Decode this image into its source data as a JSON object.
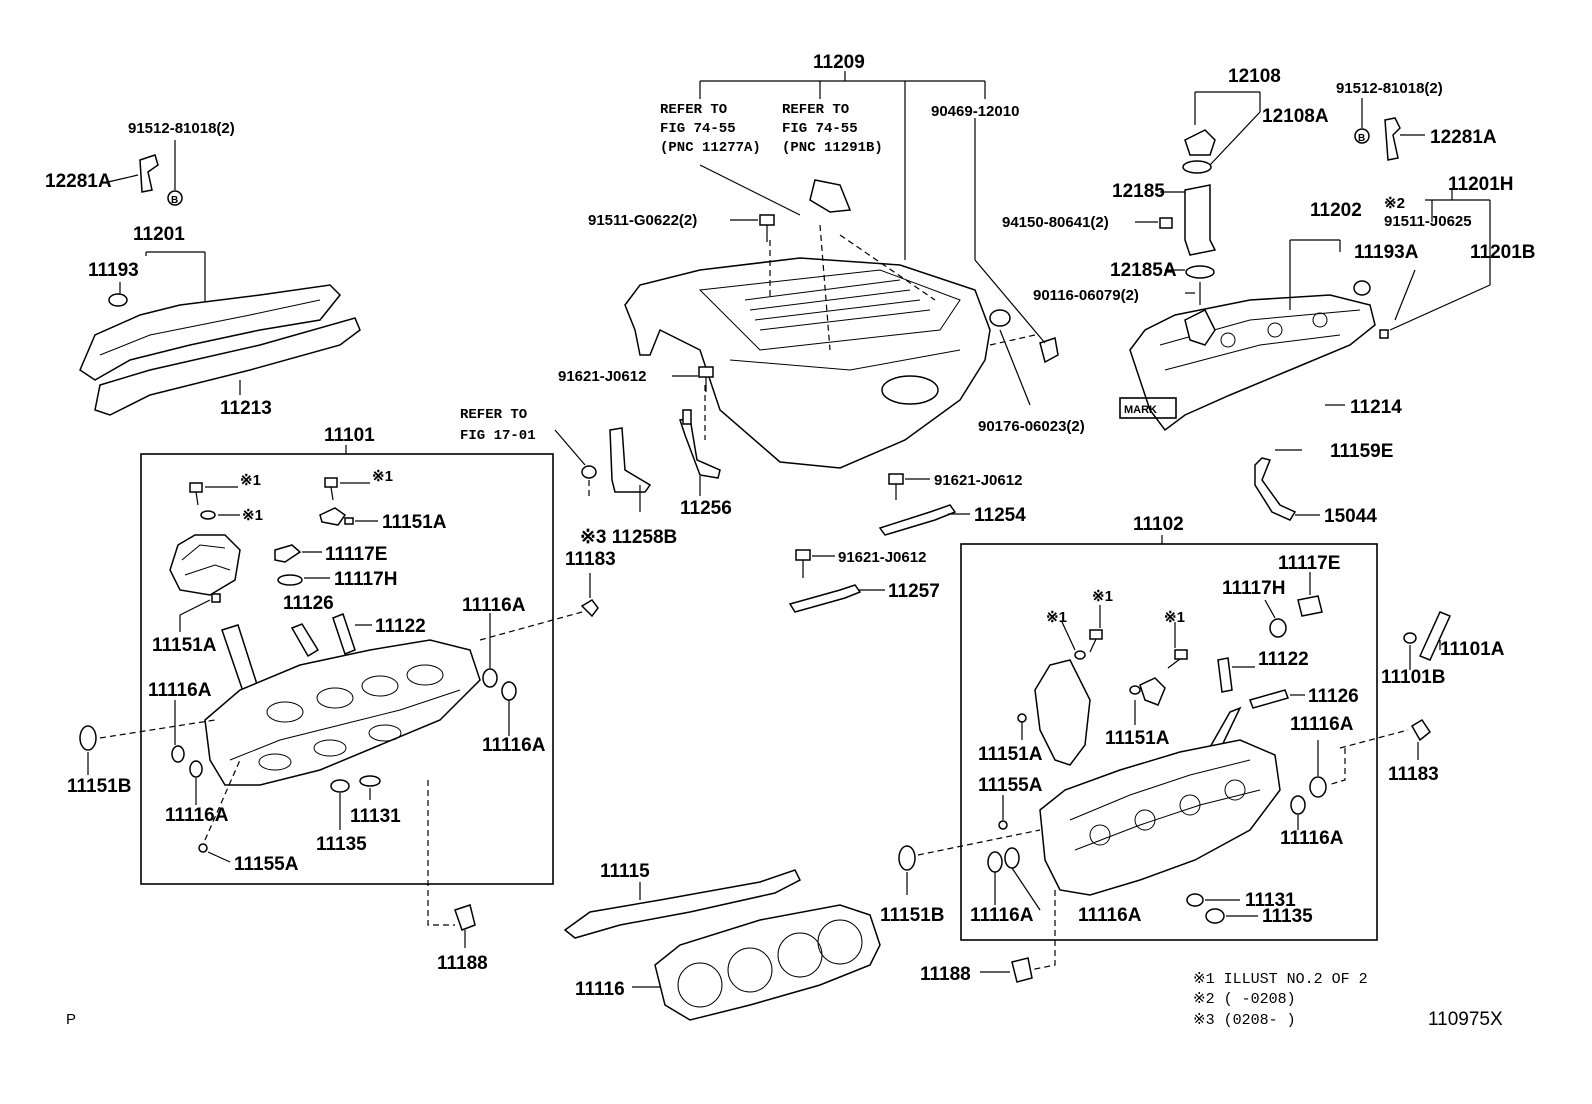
{
  "labels": {
    "p11209": "11209",
    "refer_to_1": "REFER TO",
    "fig_74_55_a": "FIG 74-55",
    "pnc_11277a": "(PNC 11277A)",
    "refer_to_2": "REFER TO",
    "fig_74_55_b": "FIG 74-55",
    "pnc_11291b": "(PNC 11291B)",
    "p90469": "90469-12010",
    "p12108": "12108",
    "p12108a": "12108A",
    "p91512_r": "91512-81018(2)",
    "p12281a_r": "12281A",
    "p91512_l": "91512-81018(2)",
    "p12281a_l": "12281A",
    "p11201": "11201",
    "p11193": "11193",
    "p11213": "11213",
    "p91511_g": "91511-G0622(2)",
    "p12185": "12185",
    "p94150": "94150-80641(2)",
    "mark_x2_a": "※2",
    "p91511_j": "91511-J0625",
    "p11201h": "11201H",
    "p11202": "11202",
    "p11193a": "11193A",
    "p11201b": "11201B",
    "p12185a": "12185A",
    "p90116": "90116-06079(2)",
    "p91621_a": "91621-J0612",
    "mark_label": "MARK",
    "p11214": "11214",
    "p90176": "90176-06023(2)",
    "refer_to_3": "REFER TO",
    "fig_17_01": "FIG 17-01",
    "p11101": "11101",
    "p11159e": "11159E",
    "p91621_b": "91621-J0612",
    "p11254": "11254",
    "p11256": "11256",
    "p15044": "15044",
    "x1_a": "※1",
    "x1_b": "※1",
    "x1_c": "※1",
    "p11151a_l1": "11151A",
    "p11258b": "※3 11258B",
    "p11102": "11102",
    "p11117e_l": "11117E",
    "p11117h_l": "11117H",
    "p91621_c": "91621-J0612",
    "p11257": "11257",
    "p11183_l": "11183",
    "p11117e_r": "11117E",
    "p11117h_r": "11117H",
    "p11126_l": "11126",
    "p11122_l": "11122",
    "p11116a_l1": "11116A",
    "x1_d": "※1",
    "x1_e": "※1",
    "x1_f": "※1",
    "p11101a": "11101A",
    "p11151a_l2": "11151A",
    "p11101b": "11101B",
    "p11122_r": "11122",
    "p11116a_l2": "11116A",
    "p11126_r": "11126",
    "p11116a_l3": "11116A",
    "p11151a_r1": "11151A",
    "p11151a_r2": "11151A",
    "p11116a_r1": "11116A",
    "p11151b_l": "11151B",
    "p11183_r": "11183",
    "p11116a_l4": "11116A",
    "p11131_l": "11131",
    "p11155a_r": "11155A",
    "p11135_l": "11135",
    "p11116a_r2": "11116A",
    "p11155a_l": "11155A",
    "p11115": "11115",
    "p11151b_r": "11151B",
    "p11131_r": "11131",
    "p11116a_r3": "11116A",
    "p11116a_r4": "11116A",
    "p11135_r": "11135",
    "p11188_l": "11188",
    "p11188_r": "11188",
    "p11116": "11116",
    "note1": "※1 ILLUST NO.2 OF 2",
    "note2": "※2 (     -0208)",
    "note3": "※3 (0208-     )",
    "corner_p": "P",
    "fig_id": "110975X"
  }
}
